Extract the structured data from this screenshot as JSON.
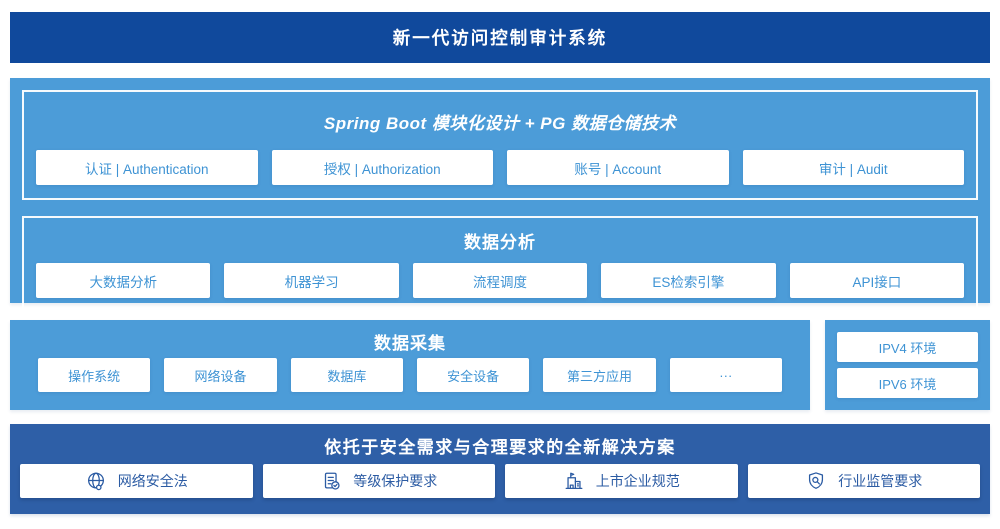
{
  "colors": {
    "navy": "#10499c",
    "sky": "#4c9cd8",
    "royal": "#2e5fa7",
    "box_text_sky": "#3e93d4",
    "box_text_royal": "#2b5ba3"
  },
  "banner": {
    "title": "新一代访问控制审计系统"
  },
  "platform": {
    "modules_header": "Spring Boot 模块化设计 + PG 数据仓储技术",
    "modules": [
      "认证 | Authentication",
      "授权 | Authorization",
      "账号 | Account",
      "审计 | Audit"
    ],
    "analysis": {
      "header": "数据分析",
      "items": [
        "大数据分析",
        "机器学习",
        "流程调度",
        "ES检索引擎",
        "API接口"
      ]
    }
  },
  "collection": {
    "header": "数据采集",
    "items": [
      "操作系统",
      "网络设备",
      "数据库",
      "安全设备",
      "第三方应用",
      "···"
    ]
  },
  "environment": {
    "items": [
      "IPV4 环境",
      "IPV6 环境"
    ]
  },
  "solution": {
    "header": "依托于安全需求与合理要求的全新解决方案",
    "items": [
      {
        "icon": "globe-icon",
        "label": "网络安全法"
      },
      {
        "icon": "document-check-icon",
        "label": "等级保护要求"
      },
      {
        "icon": "building-icon",
        "label": "上市企业规范"
      },
      {
        "icon": "shield-magnifier-icon",
        "label": "行业监管要求"
      }
    ]
  }
}
